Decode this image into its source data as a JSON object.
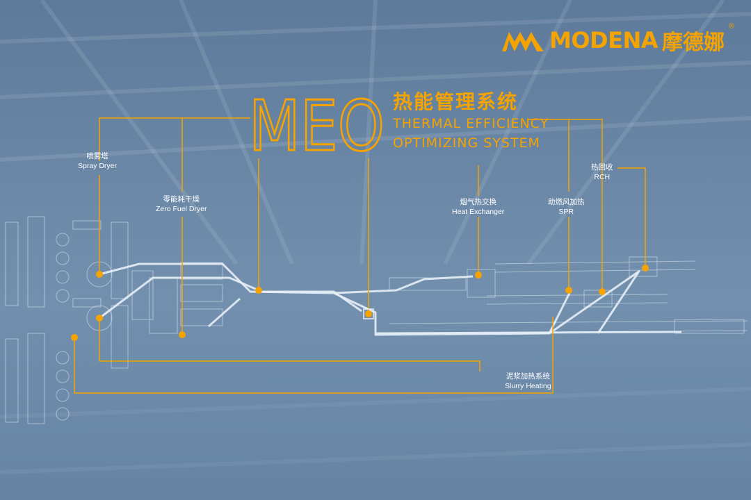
{
  "brand": {
    "name": "MODENA",
    "name_cn": "摩德娜",
    "registered_mark": "®",
    "color": "#f4a300"
  },
  "title": {
    "acronym": "MEO",
    "cn": "热能管理系统",
    "en_line1": "THERMAL EFFICIENCY",
    "en_line2": "OPTIMIZING  SYSTEM"
  },
  "labels": {
    "spray_dryer": {
      "cn": "喷雾塔",
      "en": "Spray Dryer"
    },
    "zero_fuel_dryer": {
      "cn": "零能耗干燥",
      "en": "Zero Fuel Dryer"
    },
    "heat_exchanger": {
      "cn": "烟气热交换",
      "en": "Heat Exchanger"
    },
    "spr": {
      "cn": "助燃风加热",
      "en": "SPR"
    },
    "rch": {
      "cn": "热回收",
      "en": "RCH"
    },
    "slurry_heating": {
      "cn": "泥浆加热系统",
      "en": "Slurry Heating"
    }
  },
  "colors": {
    "accent": "#f4a300",
    "pipe": "#e6eef6",
    "background": "#6b87a6"
  }
}
